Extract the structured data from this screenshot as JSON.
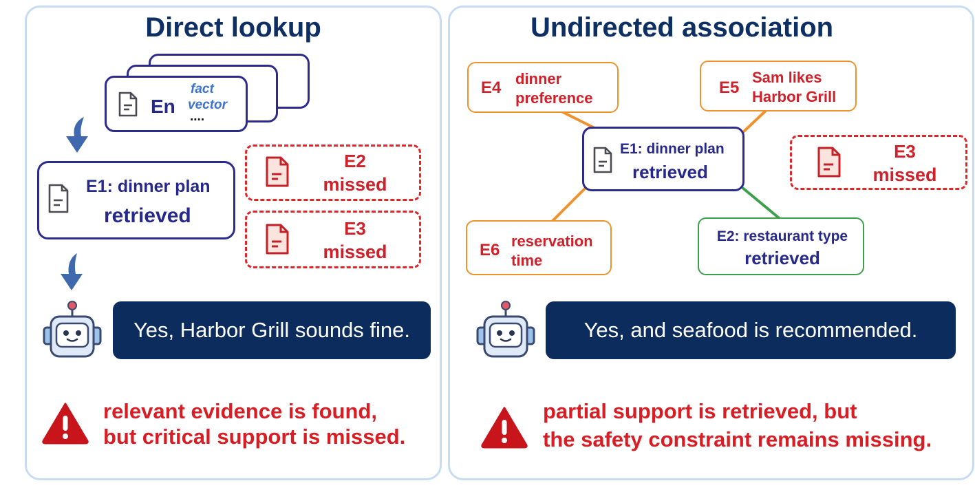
{
  "left_panel": {
    "title": "Direct lookup",
    "stack_card": {
      "label": "En",
      "fact_line1": "fact",
      "fact_line2": "vector",
      "dots": "...."
    },
    "e1": {
      "line1": "E1: dinner plan",
      "line2": "retrieved"
    },
    "e2": {
      "line1": "E2",
      "line2": "missed"
    },
    "e3": {
      "line1": "E3",
      "line2": "missed"
    },
    "response": "Yes, Harbor Grill sounds fine.",
    "warning_line1": "relevant evidence is found,",
    "warning_line2": "but critical support is missed."
  },
  "right_panel": {
    "title": "Undirected association",
    "e4": {
      "id": "E4",
      "line1": "dinner",
      "line2": "preference"
    },
    "e5": {
      "id": "E5",
      "line1": "Sam likes",
      "line2": "Harbor Grill"
    },
    "e1": {
      "line1": "E1: dinner plan",
      "line2": "retrieved"
    },
    "e3": {
      "line1": "E3",
      "line2": "missed"
    },
    "e6": {
      "id": "E6",
      "line1": "reservation",
      "line2": "time"
    },
    "e2": {
      "line1": "E2: restaurant type",
      "line2": "retrieved"
    },
    "response": "Yes, and seafood is recommended.",
    "warning_line1": "partial support is retrieved, but",
    "warning_line2": "the safety constraint remains missing."
  },
  "colors": {
    "navy": "#0e2f63",
    "evidence_border": "#2c2a8c",
    "missed": "#e0262b",
    "orange": "#f0922b",
    "green": "#3aa04b",
    "bubble": "#0d2c5e"
  },
  "icons": [
    "document-icon",
    "robot-icon",
    "warning-icon",
    "arrow-down-icon"
  ]
}
